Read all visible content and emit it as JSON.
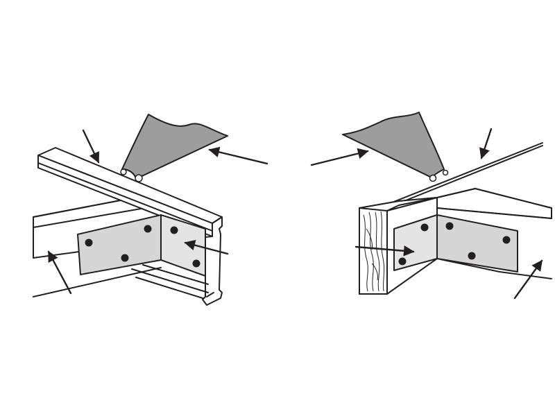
{
  "figure": {
    "panels": [
      {
        "id": "left",
        "view": "metal-framing-corner"
      },
      {
        "id": "right",
        "view": "wood-framing-corner"
      }
    ],
    "colors": {
      "line": "#231f20",
      "sheet_fill": "#9d9d9d",
      "plate_fill": "#d6d6d6",
      "background": "#ffffff"
    },
    "icons": [
      "arrow-icon",
      "angle-bracket-icon",
      "membrane-sheet-icon"
    ]
  }
}
